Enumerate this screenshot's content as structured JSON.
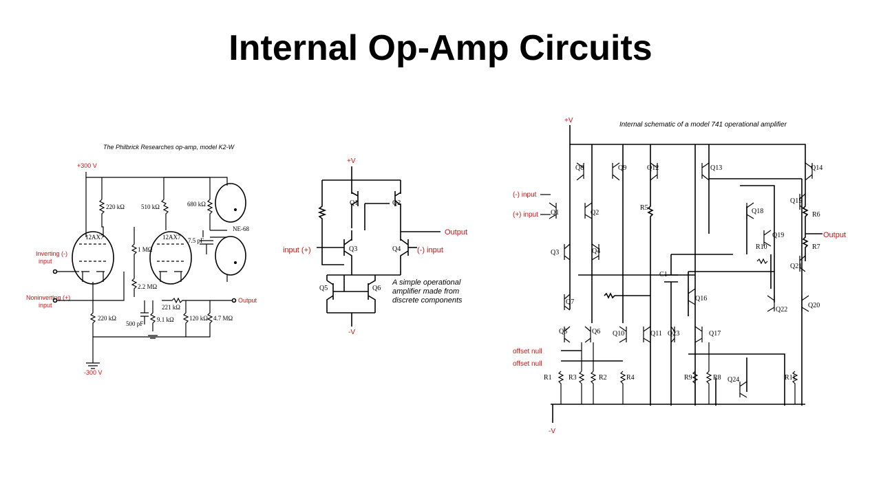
{
  "slide": {
    "title": "Internal Op-Amp Circuits"
  },
  "philbrick": {
    "caption": "The Philbrick Researches op-amp, model K2-W",
    "plus_supply": "+300 V",
    "minus_supply": "-300 V",
    "inverting_input": [
      "Inverting (-)",
      "input"
    ],
    "noninverting_input": [
      "Noninverting (+)",
      "input"
    ],
    "output": "Output",
    "tube1": "12AX7",
    "tube2": "12AX7",
    "neon": "NE-68",
    "r_220k_top": "220 kΩ",
    "r_510k": "510 kΩ",
    "r_680k": "680 kΩ",
    "c_7p5": "7.5 pF",
    "r_1m": "1 MΩ",
    "r_2p2m": "2.2 MΩ",
    "r_221k": "221 kΩ",
    "r_220k_bottom": "220 kΩ",
    "c_500p": "500 pF",
    "r_9p1k": "9.1 kΩ",
    "r_120k": "120 kΩ",
    "r_4p7m": "4.7 MΩ"
  },
  "discrete": {
    "plus_v": "+V",
    "minus_v": "-V",
    "input_plus": "input (+)",
    "input_minus": "(-) input",
    "output": "Output",
    "q1": "Q1",
    "q2": "Q2",
    "q3": "Q3",
    "q4": "Q4",
    "q5": "Q5",
    "q6": "Q6",
    "caption": [
      "A simple operational",
      "amplifier made from",
      "discrete components"
    ]
  },
  "ic741": {
    "caption": "Internal schematic of a model 741 operational amplifier",
    "plus_v": "+V",
    "minus_v": "-V",
    "input_minus": "(-) input",
    "input_plus": "(+) input",
    "output": "Output",
    "offset_null_1": "offset null",
    "offset_null_2": "offset null",
    "c1": "C1",
    "transistors": [
      "Q8",
      "Q9",
      "Q12",
      "Q13",
      "Q14",
      "Q1",
      "Q2",
      "Q18",
      "Q15",
      "Q3",
      "Q4",
      "Q19",
      "Q7",
      "Q16",
      "Q22",
      "Q21",
      "Q20",
      "Q5",
      "Q6",
      "Q10",
      "Q11",
      "Q23",
      "Q17",
      "Q24"
    ],
    "resistors": [
      "R5",
      "R6",
      "R7",
      "R10",
      "R1",
      "R3",
      "R2",
      "R4",
      "R9",
      "R8",
      "R11"
    ]
  }
}
